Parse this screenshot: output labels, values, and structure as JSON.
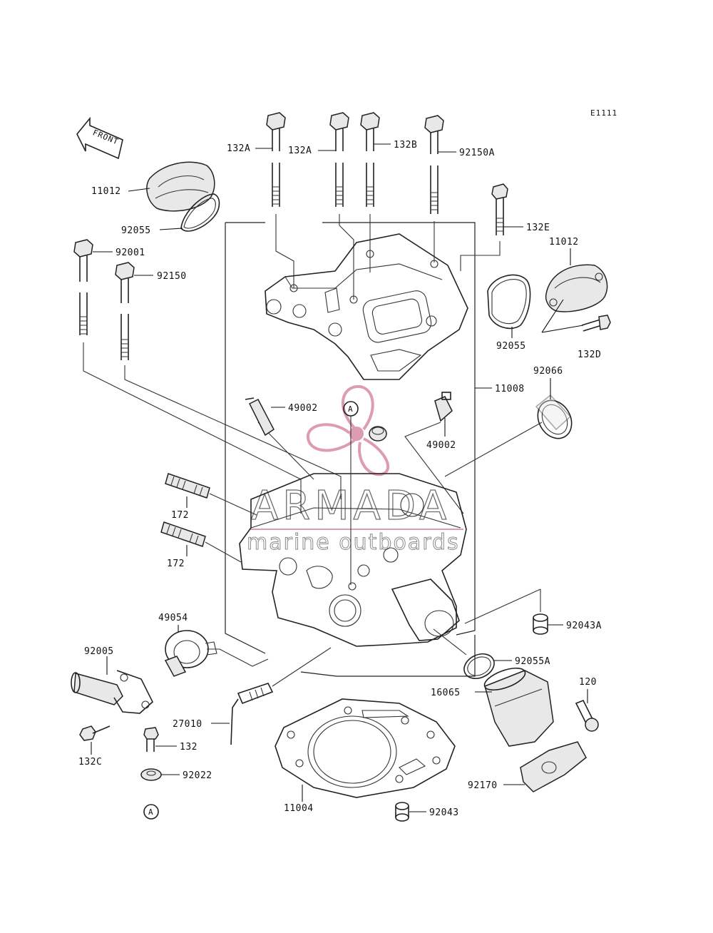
{
  "figure_code": "E1111",
  "front_arrow": "FRONT",
  "callout_marker": "A",
  "watermark": {
    "brand": "ARMADA",
    "tagline": "marine outboards",
    "accent_color": "#d98aa8"
  },
  "parts": {
    "bolt_132A_1": "132A",
    "bolt_132A_2": "132A",
    "bolt_132B": "132B",
    "bolt_92150A": "92150A",
    "bolt_132E": "132E",
    "cover_11012_left": "11012",
    "cover_11012_right": "11012",
    "gasket_92055_left": "92055",
    "gasket_92055_right": "92055",
    "bolt_92001": "92001",
    "bolt_92150": "92150",
    "bolt_132D": "132D",
    "head_cover_11008": "11008",
    "cap_92066": "92066",
    "valve_49002_left": "49002",
    "valve_49002_right": "49002",
    "stud_172_top": "172",
    "stud_172_bottom": "172",
    "thermostat_49054": "49054",
    "pipe_92005": "92005",
    "dowel_92043A": "92043A",
    "oring_92055A": "92055A",
    "screw_120": "120",
    "holder_16065": "16065",
    "plug_27010": "27010",
    "bolt_132": "132",
    "bolt_132C": "132C",
    "washer_92022": "92022",
    "gasket_11004": "11004",
    "dowel_92043": "92043",
    "clamp_92170": "92170"
  }
}
